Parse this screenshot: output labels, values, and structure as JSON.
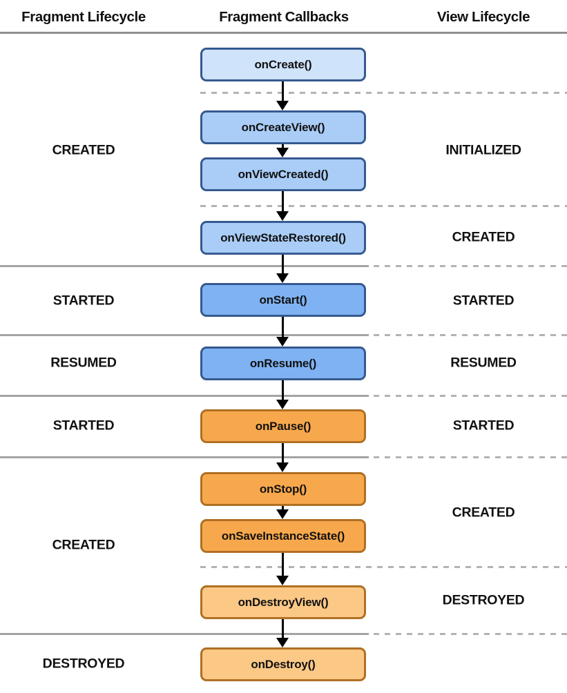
{
  "columns": {
    "left": {
      "header": "Fragment Lifecycle"
    },
    "center": {
      "header": "Fragment Callbacks"
    },
    "right": {
      "header": "View Lifecycle"
    }
  },
  "callbacks": [
    {
      "label": "onCreate()",
      "color_group": "blue_lightest"
    },
    {
      "label": "onCreateView()",
      "color_group": "blue_light"
    },
    {
      "label": "onViewCreated()",
      "color_group": "blue_light"
    },
    {
      "label": "onViewStateRestored()",
      "color_group": "blue_light"
    },
    {
      "label": "onStart()",
      "color_group": "blue_medium"
    },
    {
      "label": "onResume()",
      "color_group": "blue_medium"
    },
    {
      "label": "onPause()",
      "color_group": "orange"
    },
    {
      "label": "onStop()",
      "color_group": "orange"
    },
    {
      "label": "onSaveInstanceState()",
      "color_group": "orange"
    },
    {
      "label": "onDestroyView()",
      "color_group": "orange_light"
    },
    {
      "label": "onDestroy()",
      "color_group": "orange_light"
    }
  ],
  "fragment_lifecycle_states": [
    {
      "label": "CREATED"
    },
    {
      "label": "STARTED"
    },
    {
      "label": "RESUMED"
    },
    {
      "label": "STARTED"
    },
    {
      "label": "CREATED"
    },
    {
      "label": "DESTROYED"
    }
  ],
  "view_lifecycle_states": [
    {
      "label": "INITIALIZED"
    },
    {
      "label": "CREATED"
    },
    {
      "label": "STARTED"
    },
    {
      "label": "RESUMED"
    },
    {
      "label": "STARTED"
    },
    {
      "label": "CREATED"
    },
    {
      "label": "DESTROYED"
    }
  ],
  "palette": {
    "background": "#ffffff",
    "text": "#111111",
    "arrow": "#000000",
    "box-blue-lightest": "#cfe3fb",
    "box-blue-light": "#a9cdf7",
    "box-blue-medium": "#7fb2f3",
    "box-orange": "#f8a84c",
    "box-orange-light": "#fbc886",
    "border-blue": "#36598f",
    "border-orange": "#b06f24",
    "line-header": "#8f8f8f",
    "line-solid": "#a3a3a3",
    "line-dashed": "#b3b3b3"
  }
}
